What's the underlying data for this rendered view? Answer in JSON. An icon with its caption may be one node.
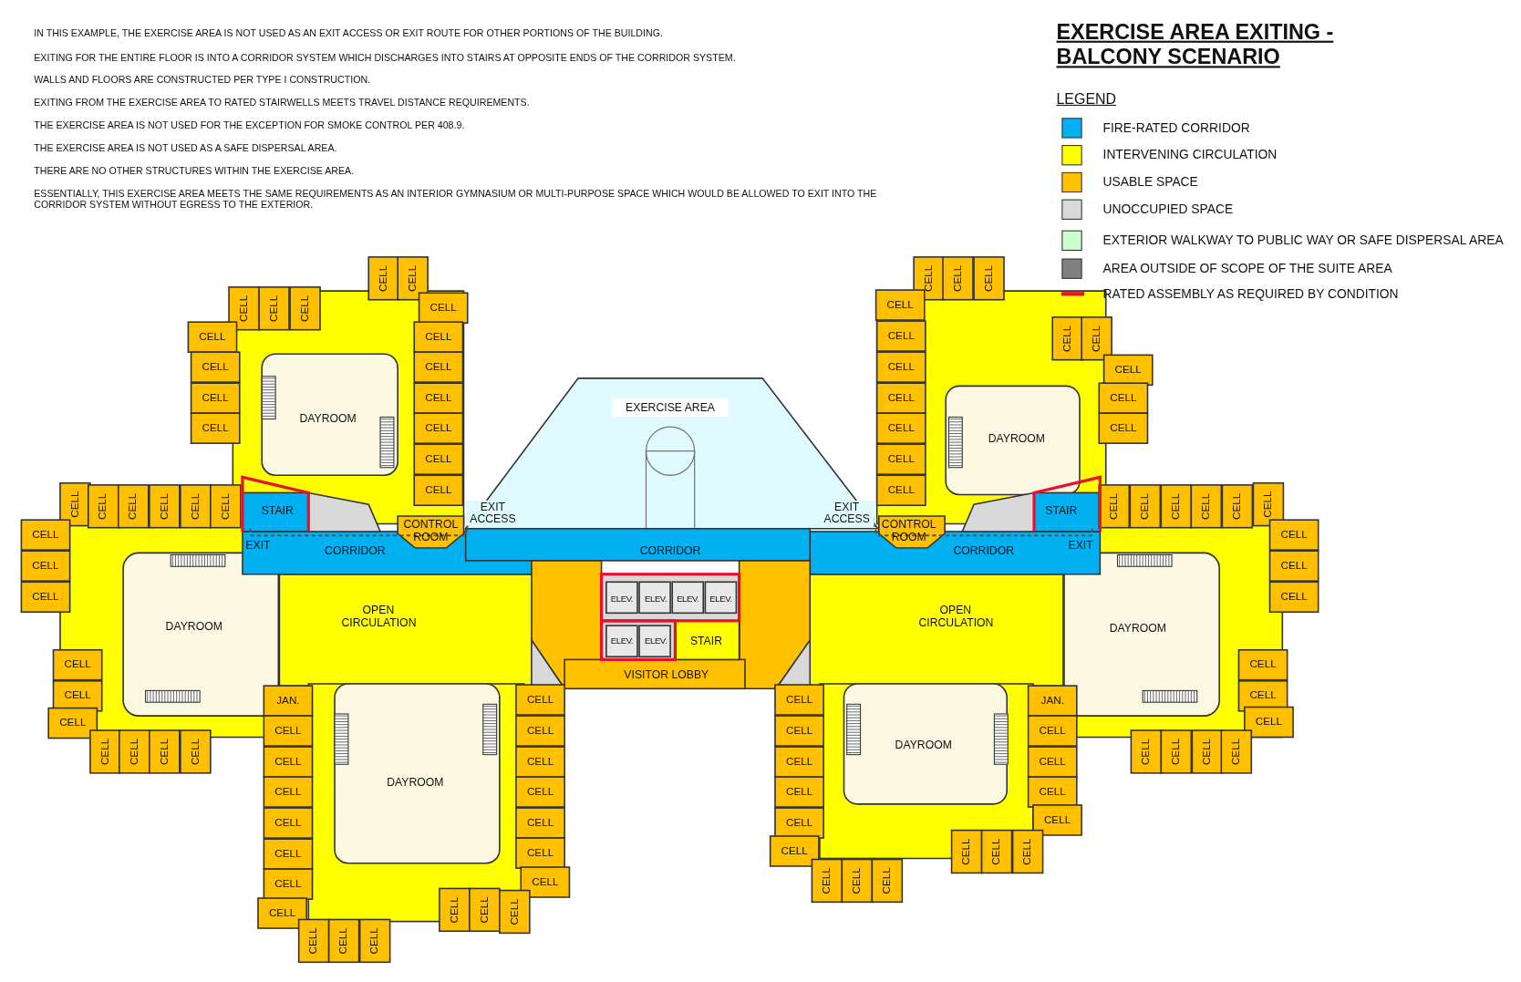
{
  "diagram": {
    "title": "EXERCISE AREA EXITING - BALCONY SCENARIO",
    "labels": [
      "IN THIS EXAMPLE, THE EXERCISE AREA IS NOT USED AS AN EXIT ACCESS OR EXIT ROUTE FOR OTHER PORTIONS OF THE BUILDING.",
      "EXITING FOR THE ENTIRE FLOOR IS INTO A CORRIDOR SYSTEM WHICH DISCHARGES INTO STAIRS AT OPPOSITE ENDS OF THE CORRIDOR SYSTEM.",
      "WALLS AND FLOORS ARE CONSTRUCTED PER TYPE I CONSTRUCTION.",
      "EXITING FROM THE EXERCISE AREA TO RATED STAIRWELLS MEETS TRAVEL DISTANCE REQUIREMENTS.",
      "THE EXERCISE AREA IS NOT USED FOR THE EXCEPTION FOR SMOKE CONTROL PER 408.9.",
      "THE EXERCISE AREA IS NOT USED AS A SAFE DISPERSAL AREA.",
      "THERE ARE NO OTHER STRUCTURES WITHIN THE EXERCISE AREA.",
      "ESSENTIALLY, THIS EXERCISE AREA MEETS THE SAME REQUIREMENTS AS AN INTERIOR GYMNASIUM OR MULTI-PURPOSE SPACE WHICH WOULD BE ALLOWED TO EXIT INTO THE CORRIDOR SYSTEM WITHOUT EGRESS TO THE EXTERIOR.",
      "LEGEND",
      "CELL",
      "CELL",
      "CELL",
      "CELL",
      "CELL",
      "CELL",
      "CELL",
      "CELL",
      "CELL",
      "CELL",
      "CELL",
      "CELL",
      "CELL",
      "CELL",
      "CELL",
      "CELL",
      "CELL",
      "CELL",
      "CELL",
      "CELL",
      "CELL",
      "EXERCISE AREA",
      "CELL",
      "CELL",
      "CELL",
      "DAYROOM",
      "CELL",
      "CELL",
      "DAYROOM",
      "CELL",
      "CELL",
      "CELL",
      "CELL",
      "CELL",
      "CELL",
      "CELL",
      "CELL",
      "CELL",
      "CELL",
      "CELL",
      "STAIR",
      "EXIT ACCESS",
      "EXIT ACCESS",
      "STAIR",
      "CELL",
      "CELL",
      "CELL",
      "CELL",
      "CELL",
      "CELL",
      "CELL",
      "EXIT",
      "CORRIDOR",
      "CONTROL ROOM",
      "CORRIDOR",
      "CONTROL ROOM",
      "CORRIDOR",
      "EXIT",
      "CELL",
      "CELL",
      "CELL",
      "CELL",
      "ELEV.",
      "ELEV.",
      "ELEV.",
      "ELEV.",
      "CELL",
      "DAYROOM",
      "OPEN CIRCULATION",
      "OPEN CIRCULATION",
      "DAYROOM",
      "ELEV.",
      "ELEV.",
      "STAIR",
      "CELL",
      "VISITOR LOBBY",
      "CELL",
      "CELL",
      "JAN.",
      "CELL",
      "CELL",
      "JAN.",
      "CELL",
      "CELL",
      "CELL",
      "CELL",
      "CELL",
      "CELL",
      "CELL",
      "CELL",
      "CELL",
      "CELL",
      "CELL",
      "CELL",
      "CELL",
      "CELL",
      "DAYROOM",
      "CELL",
      "CELL",
      "CELL",
      "CELL",
      "CELL",
      "CELL",
      "DAYROOM",
      "CELL",
      "CELL",
      "CELL",
      "CELL",
      "CELL",
      "CELL",
      "CELL",
      "CELL",
      "CELL",
      "CELL",
      "CELL",
      "CELL",
      "CELL",
      "CELL",
      "CELL",
      "CELL",
      "CELL",
      "CELL",
      "CELL",
      "CELL",
      "CELL",
      "CELL",
      "CELL",
      "CELL",
      "CELL"
    ],
    "legend": [
      {
        "text": "FIRE-RATED CORRIDOR",
        "color": "#00b0f0"
      },
      {
        "text": "INTERVENING CIRCULATION",
        "color": "#ffff00"
      },
      {
        "text": "USABLE SPACE",
        "color": "#ffc000"
      },
      {
        "text": "UNOCCUPIED SPACE",
        "color": "#d9d9d9"
      },
      {
        "text": "EXTERIOR WALKWAY TO PUBLIC WAY OR SAFE DISPERSAL AREA",
        "color": "#ccffcc"
      },
      {
        "text": "AREA OUTSIDE OF SCOPE OF THE SUITE AREA",
        "color": "#808080"
      },
      {
        "text": "RATED ASSEMBLY AS REQUIRED BY CONDITION"
      }
    ]
  }
}
